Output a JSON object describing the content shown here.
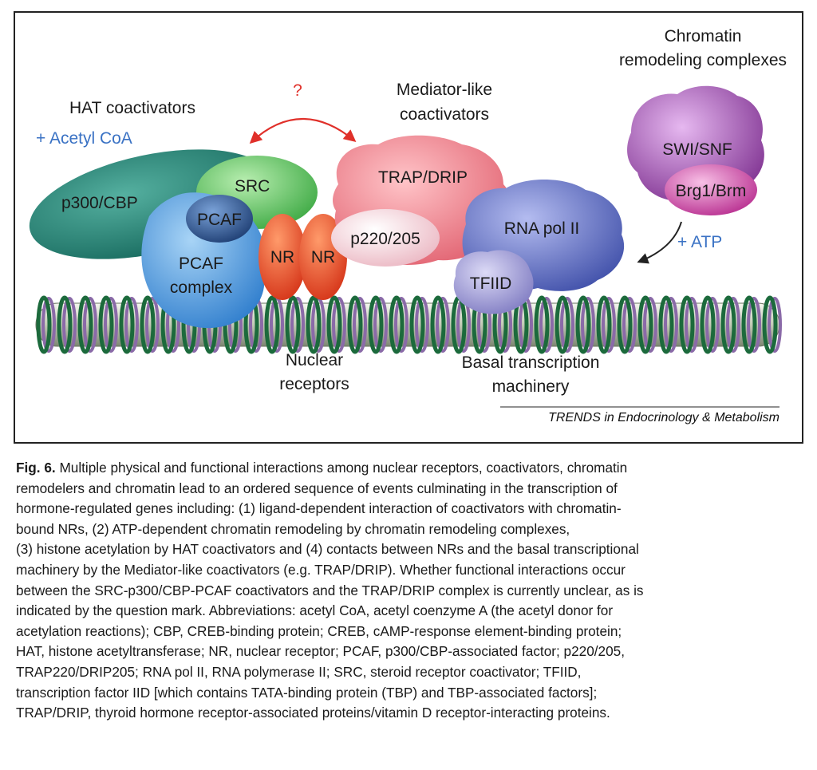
{
  "diagram": {
    "labels": {
      "hat_coactivators": "HAT coactivators",
      "acetyl_coa": "+ Acetyl CoA",
      "question": "?",
      "mediator_line1": "Mediator-like",
      "mediator_line2": "coactivators",
      "chromatin_line1": "Chromatin",
      "chromatin_line2": "remodeling complexes",
      "atp": "+ ATP",
      "nuclear_line1": "Nuclear",
      "nuclear_line2": "receptors",
      "basal_line1": "Basal transcription",
      "basal_line2": "machinery",
      "credit": "TRENDS in Endocrinology & Metabolism"
    },
    "proteins": {
      "p300": "p300/CBP",
      "src": "SRC",
      "pcaf": "PCAF",
      "pcaf_complex_line1": "PCAF",
      "pcaf_complex_line2": "complex",
      "nr1": "NR",
      "nr2": "NR",
      "trap_drip": "TRAP/DRIP",
      "p220": "p220/205",
      "rna_pol": "RNA pol II",
      "tfiid": "TFIID",
      "swi_snf": "SWI/SNF",
      "brg1": "Brg1/Brm"
    },
    "colors": {
      "teal": "#1f7f72",
      "green": "#57c257",
      "blue": "#3f8fd6",
      "navy": "#2a4f86",
      "red": "#e24a2a",
      "pink": "#e66a78",
      "light_pink": "#f2c4cc",
      "indigo": "#4a5ab2",
      "lavender": "#8a86c8",
      "purple": "#8a3e9a",
      "magenta": "#c93a9e",
      "dna_green": "#1c6a3c",
      "dna_purple": "#8a6aa8",
      "label_blue": "#3a72c4"
    }
  },
  "caption": {
    "fig_label": "Fig. 6.",
    "lines": [
      " Multiple physical and functional interactions among nuclear receptors, coactivators, chromatin",
      "remodelers and chromatin lead to an ordered sequence of events culminating in the transcription of",
      "hormone-regulated genes including: (1) ligand-dependent interaction of coactivators with chromatin-",
      "bound NRs, (2) ATP-dependent chromatin remodeling by chromatin remodeling complexes,",
      "(3) histone acetylation by HAT coactivators and (4) contacts between NRs and the basal transcriptional",
      "machinery by the Mediator-like coactivators  (e.g. TRAP/DRIP). Whether functional interactions occur",
      "between the SRC-p300/CBP-PCAF coactivators and the TRAP/DRIP complex is currently unclear, as is",
      "indicated by the question mark. Abbreviations: acetyl CoA, acetyl coenzyme A (the acetyl donor for",
      "acetylation reactions); CBP, CREB-binding protein; CREB, cAMP-response element-binding protein;",
      "HAT, histone acetyltransferase; NR, nuclear receptor; PCAF, p300/CBP-associated factor; p220/205,",
      "TRAP220/DRIP205; RNA pol II, RNA polymerase II; SRC, steroid receptor coactivator; TFIID,",
      "transcription factor IID [which contains TATA-binding protein (TBP) and TBP-associated factors];",
      "TRAP/DRIP, thyroid hormone receptor-associated proteins/vitamin D receptor-interacting proteins."
    ]
  }
}
